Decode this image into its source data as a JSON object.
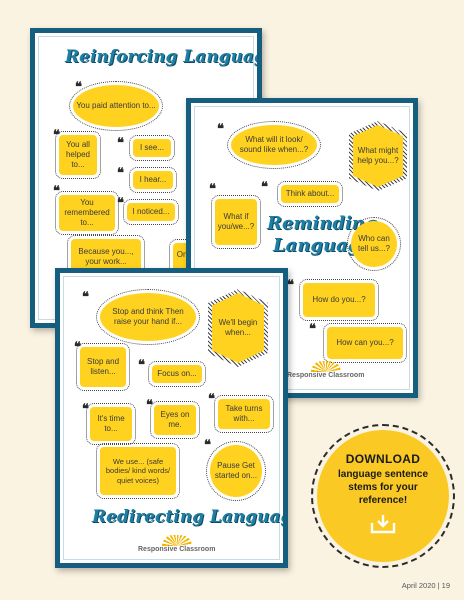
{
  "reinforcing": {
    "title": "Reinforcing Language",
    "bubbles": [
      "You paid attention to...",
      "You all helped to...",
      "I see...",
      "I hear...",
      "You remembered to...",
      "I noticed...",
      "Because you..., your work...",
      "On reas mo"
    ]
  },
  "reminding": {
    "title_line1": "Reminding",
    "title_line2": "Language",
    "bubbles": [
      "What will it look/ sound like when...?",
      "What might help you...?",
      "Think about...",
      "What if you/we...?",
      "Who can tell us...?",
      "How do you...?",
      "How can you...?"
    ],
    "logo": "Responsive Classroom"
  },
  "redirecting": {
    "title": "Redirecting Language",
    "bubbles": [
      "Stop and think Then raise your hand if...",
      "We'll begin when...",
      "Stop and listen...",
      "Focus on...",
      "It's time to...",
      "Eyes on me.",
      "Take turns with...",
      "We use... (safe bodies/ kind words/ quiet voices)",
      "Pause Get started on..."
    ],
    "logo": "Responsive Classroom"
  },
  "download": {
    "title": "DOWNLOAD",
    "line1": "language sentence",
    "line2": "stems for your",
    "line3": "reference!"
  },
  "footer": "April 2020 | 19",
  "colors": {
    "background": "#fbf3e1",
    "frame": "#155e7f",
    "bubble": "#ffd21f",
    "title": "#1f7ea3",
    "download_circle": "#fbc924"
  }
}
